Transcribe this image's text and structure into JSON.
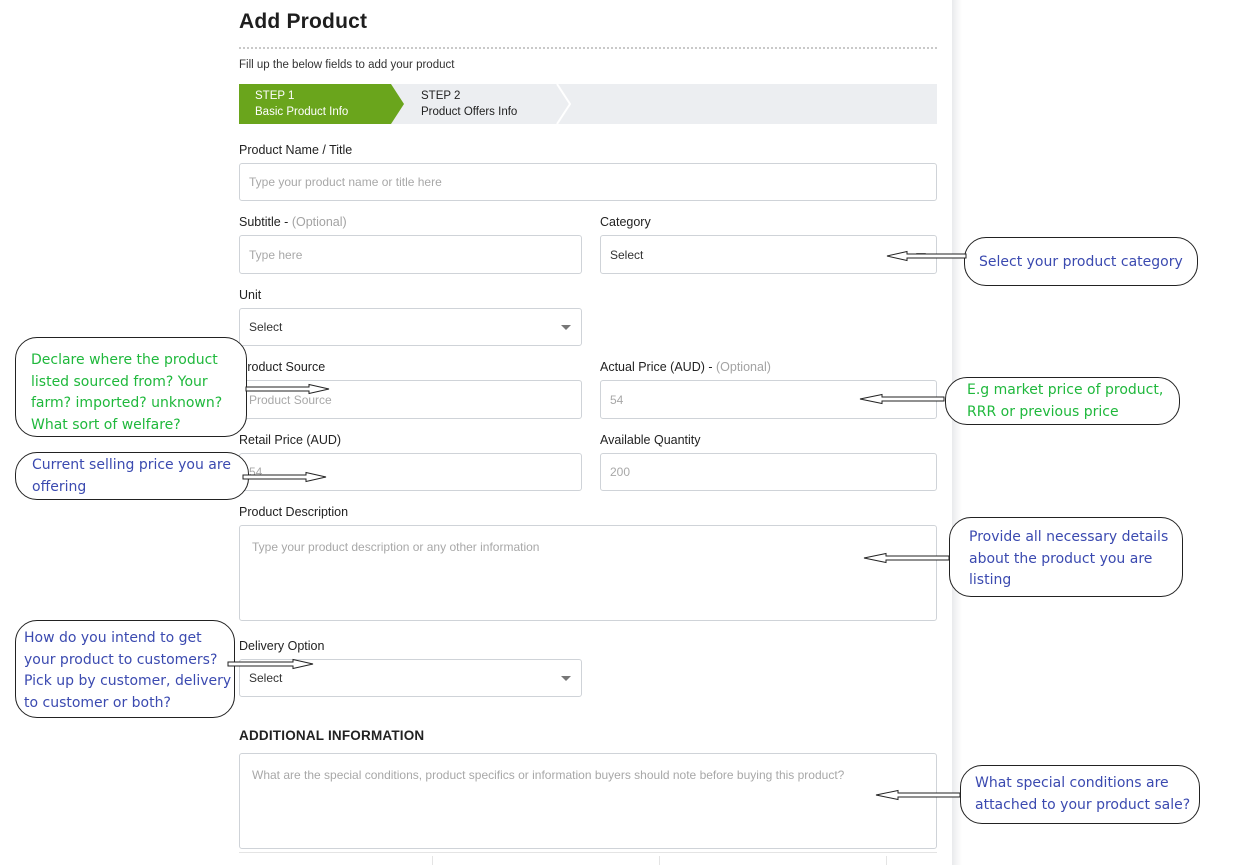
{
  "header": {
    "title": "Add Product",
    "subtitle": "Fill up the below fields to add your product"
  },
  "steps": [
    {
      "number": "STEP 1",
      "label": "Basic Product Info",
      "active": true
    },
    {
      "number": "STEP 2",
      "label": "Product Offers Info",
      "active": false
    }
  ],
  "colors": {
    "active_step": "#6aa51c",
    "inactive_step": "#eceef1",
    "annotation_green": "#1fb83c",
    "annotation_blue": "#3b4ab0"
  },
  "form": {
    "product_name": {
      "label": "Product Name / Title",
      "placeholder": "Type your product name or title here"
    },
    "subtitle": {
      "label": "Subtitle - ",
      "optional": "(Optional)",
      "placeholder": "Type here"
    },
    "category": {
      "label": "Category",
      "value": "Select"
    },
    "unit": {
      "label": "Unit",
      "value": "Select"
    },
    "product_source": {
      "label": "Product Source",
      "placeholder": "Product Source"
    },
    "actual_price": {
      "label": "Actual Price (AUD) - ",
      "optional": "(Optional)",
      "placeholder": "54"
    },
    "retail_price": {
      "label": "Retail Price (AUD)",
      "placeholder": "54"
    },
    "available_quantity": {
      "label": "Available Quantity",
      "placeholder": "200"
    },
    "description": {
      "label": "Product Description",
      "placeholder": "Type your product description or any other information"
    },
    "delivery_option": {
      "label": "Delivery Option",
      "value": "Select"
    },
    "additional_info": {
      "heading": "ADDITIONAL INFORMATION",
      "placeholder": "What are the special conditions, product specifics or information buyers should note before buying this product?"
    }
  },
  "annotations": {
    "category": "Select your product category",
    "source": "Declare where the product listed sourced from? Your farm? imported? unknown? What sort of welfare?",
    "actual_price": "E.g market price of product, RRR or previous price",
    "retail_price": "Current selling price you are offering",
    "description": "Provide all necessary details about the product you are listing",
    "delivery": "How do you intend to get your product to customers? Pick up by customer, delivery to customer or both?",
    "additional": "What special conditions are attached to your product sale?"
  }
}
